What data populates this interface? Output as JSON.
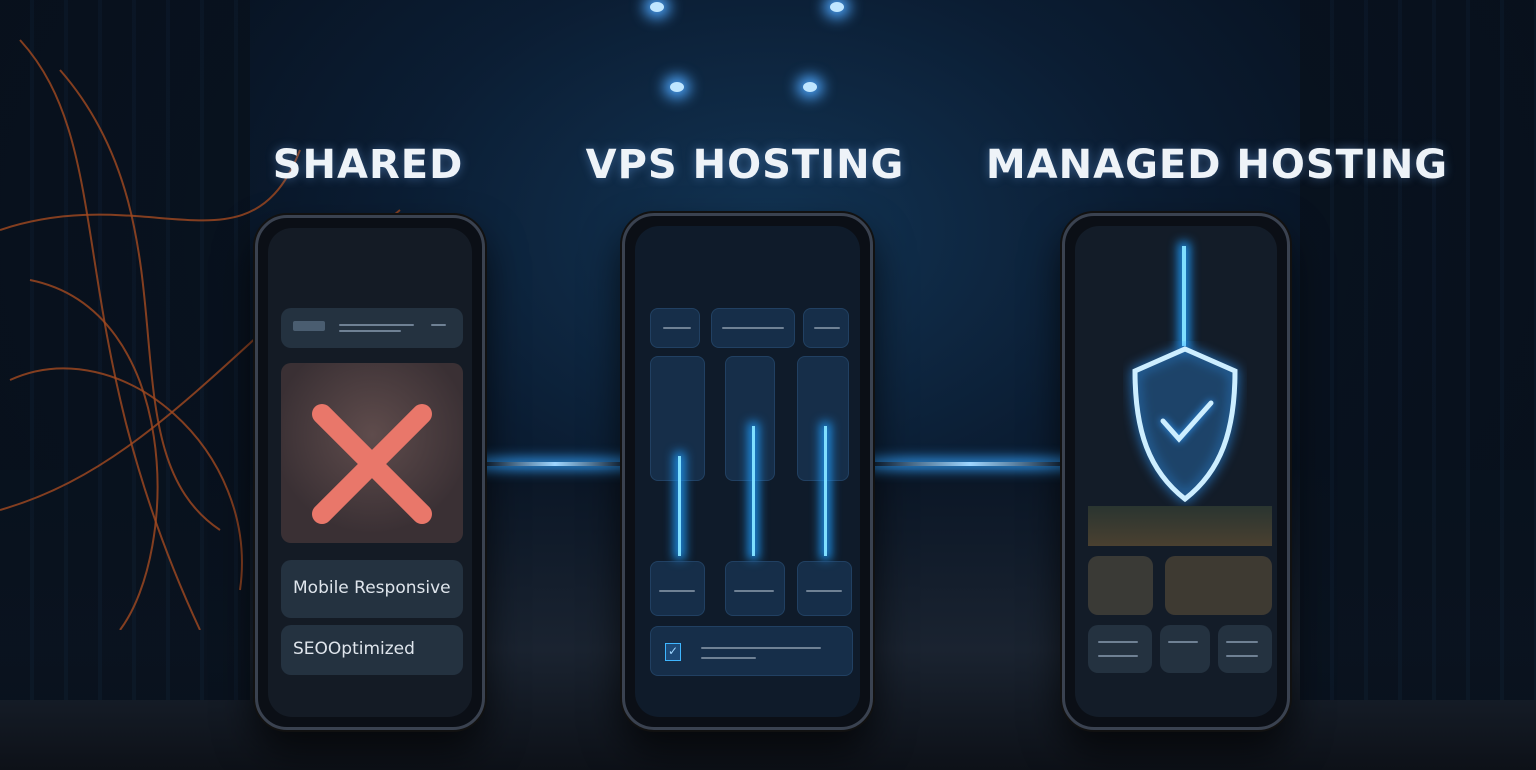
{
  "headings": {
    "shared": "SHARED",
    "vps": "VPS HOSTING",
    "managed": "MANAGED HOSTING"
  },
  "shared_phone": {
    "features": [
      "Mobile Responsive",
      "SEOOptimized"
    ],
    "status_icon": "x-icon",
    "accent": "#e9776a"
  },
  "vps_phone": {
    "columns": 3,
    "check_icon": "checkbox-icon",
    "accent": "#3fb6ff"
  },
  "managed_phone": {
    "status_icon": "shield-check-icon",
    "accent": "#8fd3ff"
  }
}
